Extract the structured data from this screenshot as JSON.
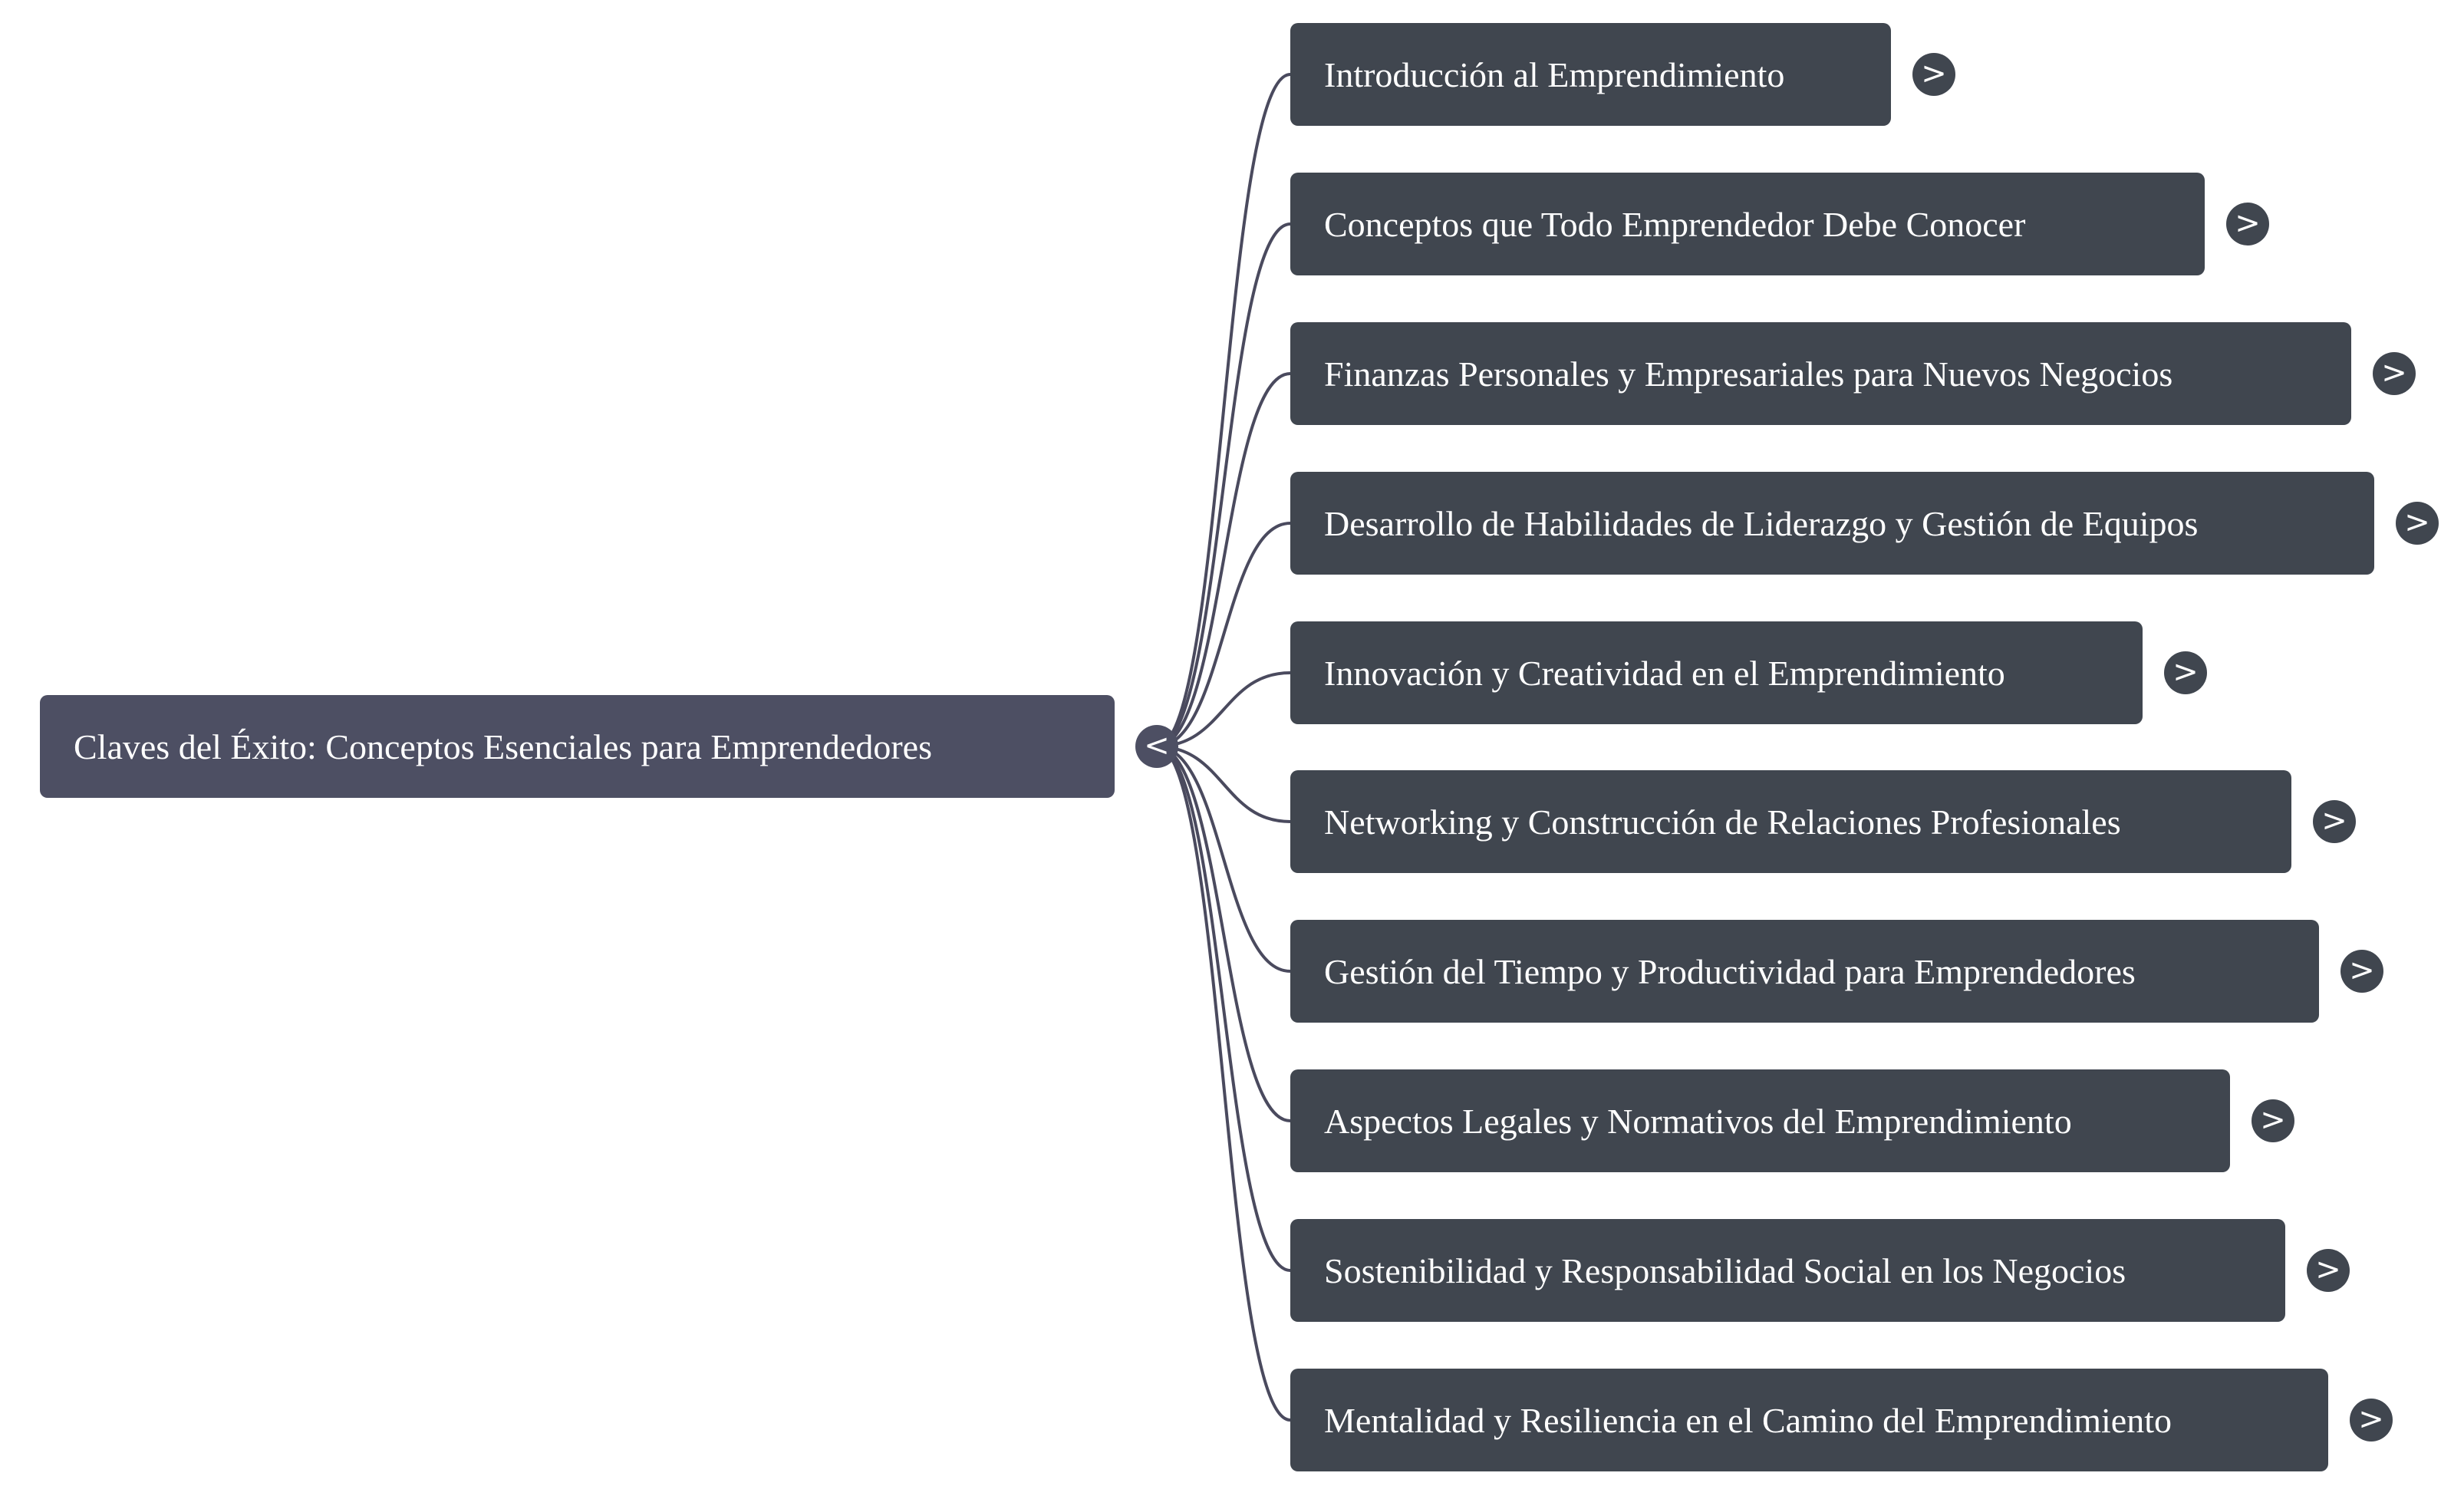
{
  "mindmap": {
    "root": {
      "label": "Claves del Éxito: Conceptos Esenciales para Emprendedores",
      "toggle": "<"
    },
    "children": [
      {
        "label": "Introducción al Emprendimiento",
        "toggle": ">"
      },
      {
        "label": "Conceptos que Todo Emprendedor Debe Conocer",
        "toggle": ">"
      },
      {
        "label": "Finanzas Personales y Empresariales para Nuevos Negocios",
        "toggle": ">"
      },
      {
        "label": "Desarrollo de Habilidades de Liderazgo y Gestión de Equipos",
        "toggle": ">"
      },
      {
        "label": "Innovación y Creatividad en el Emprendimiento",
        "toggle": ">"
      },
      {
        "label": "Networking y Construcción de Relaciones Profesionales",
        "toggle": ">"
      },
      {
        "label": "Gestión del Tiempo y Productividad para Emprendedores",
        "toggle": ">"
      },
      {
        "label": "Aspectos Legales y Normativos del Emprendimiento",
        "toggle": ">"
      },
      {
        "label": "Sostenibilidad y Responsabilidad Social en los Negocios",
        "toggle": ">"
      },
      {
        "label": "Mentalidad y Resiliencia en el Camino del Emprendimiento",
        "toggle": ">"
      }
    ],
    "colors": {
      "root_fill": "#4d4f63",
      "child_fill": "#40464f",
      "connector": "#4a4a5e",
      "text": "#ffffff"
    }
  }
}
